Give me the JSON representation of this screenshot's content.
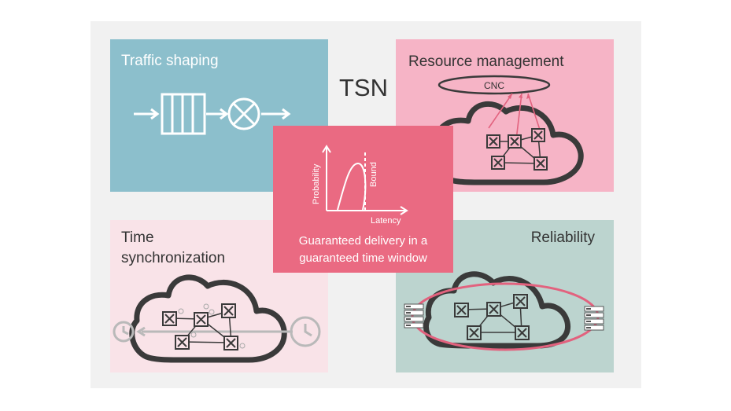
{
  "title": "TSN",
  "panels": {
    "traffic_shaping": {
      "title": "Traffic shaping"
    },
    "resource_management": {
      "title": "Resource management",
      "controller_label": "CNC"
    },
    "time_synchronization": {
      "title_line1": "Time",
      "title_line2": "synchronization"
    },
    "reliability": {
      "title": "Reliability"
    },
    "center": {
      "caption_line1": "Guaranteed delivery in a",
      "caption_line2": "guaranteed time window",
      "chart_labels": {
        "y": "Probability",
        "x": "Latency",
        "bound": "Bound"
      }
    }
  },
  "colors": {
    "teal": "#8cbfcc",
    "pink": "#f6b4c6",
    "light_pink": "#f9e3e8",
    "sage": "#bcd4cf",
    "coral": "#ea6a82",
    "dark": "#3a3a3a"
  }
}
